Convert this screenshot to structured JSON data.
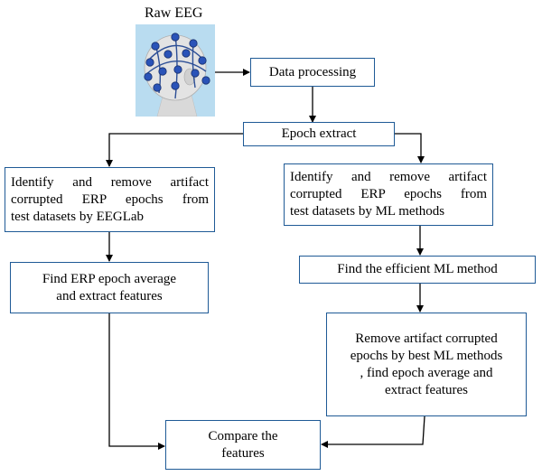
{
  "source_label": "Raw EEG",
  "head_icon": "eeg-cap-head-icon",
  "colors": {
    "box_border": "#1f5a96",
    "arrow": "#000000",
    "image_bg": "#b9dcf0"
  },
  "nodes": {
    "data_processing": {
      "lines": [
        "Data processing"
      ]
    },
    "epoch_extract": {
      "lines": [
        "Epoch extract"
      ]
    },
    "left_remove": {
      "lines": [
        "Identify and remove artifact",
        "corrupted ERP epochs from",
        "test datasets  by EEGLab"
      ]
    },
    "right_remove": {
      "lines": [
        "Identify and remove artifact",
        "corrupted ERP epochs from",
        "test datasets by ML methods"
      ]
    },
    "find_average": {
      "lines": [
        "Find ERP epoch average",
        "and extract features"
      ]
    },
    "find_ml": {
      "lines": [
        "Find the efficient ML method"
      ]
    },
    "remove_best": {
      "lines": [
        "Remove artifact corrupted",
        "epochs by best ML methods",
        ", find epoch average and",
        "extract features"
      ]
    },
    "compare": {
      "lines": [
        "Compare the",
        "features"
      ]
    }
  }
}
